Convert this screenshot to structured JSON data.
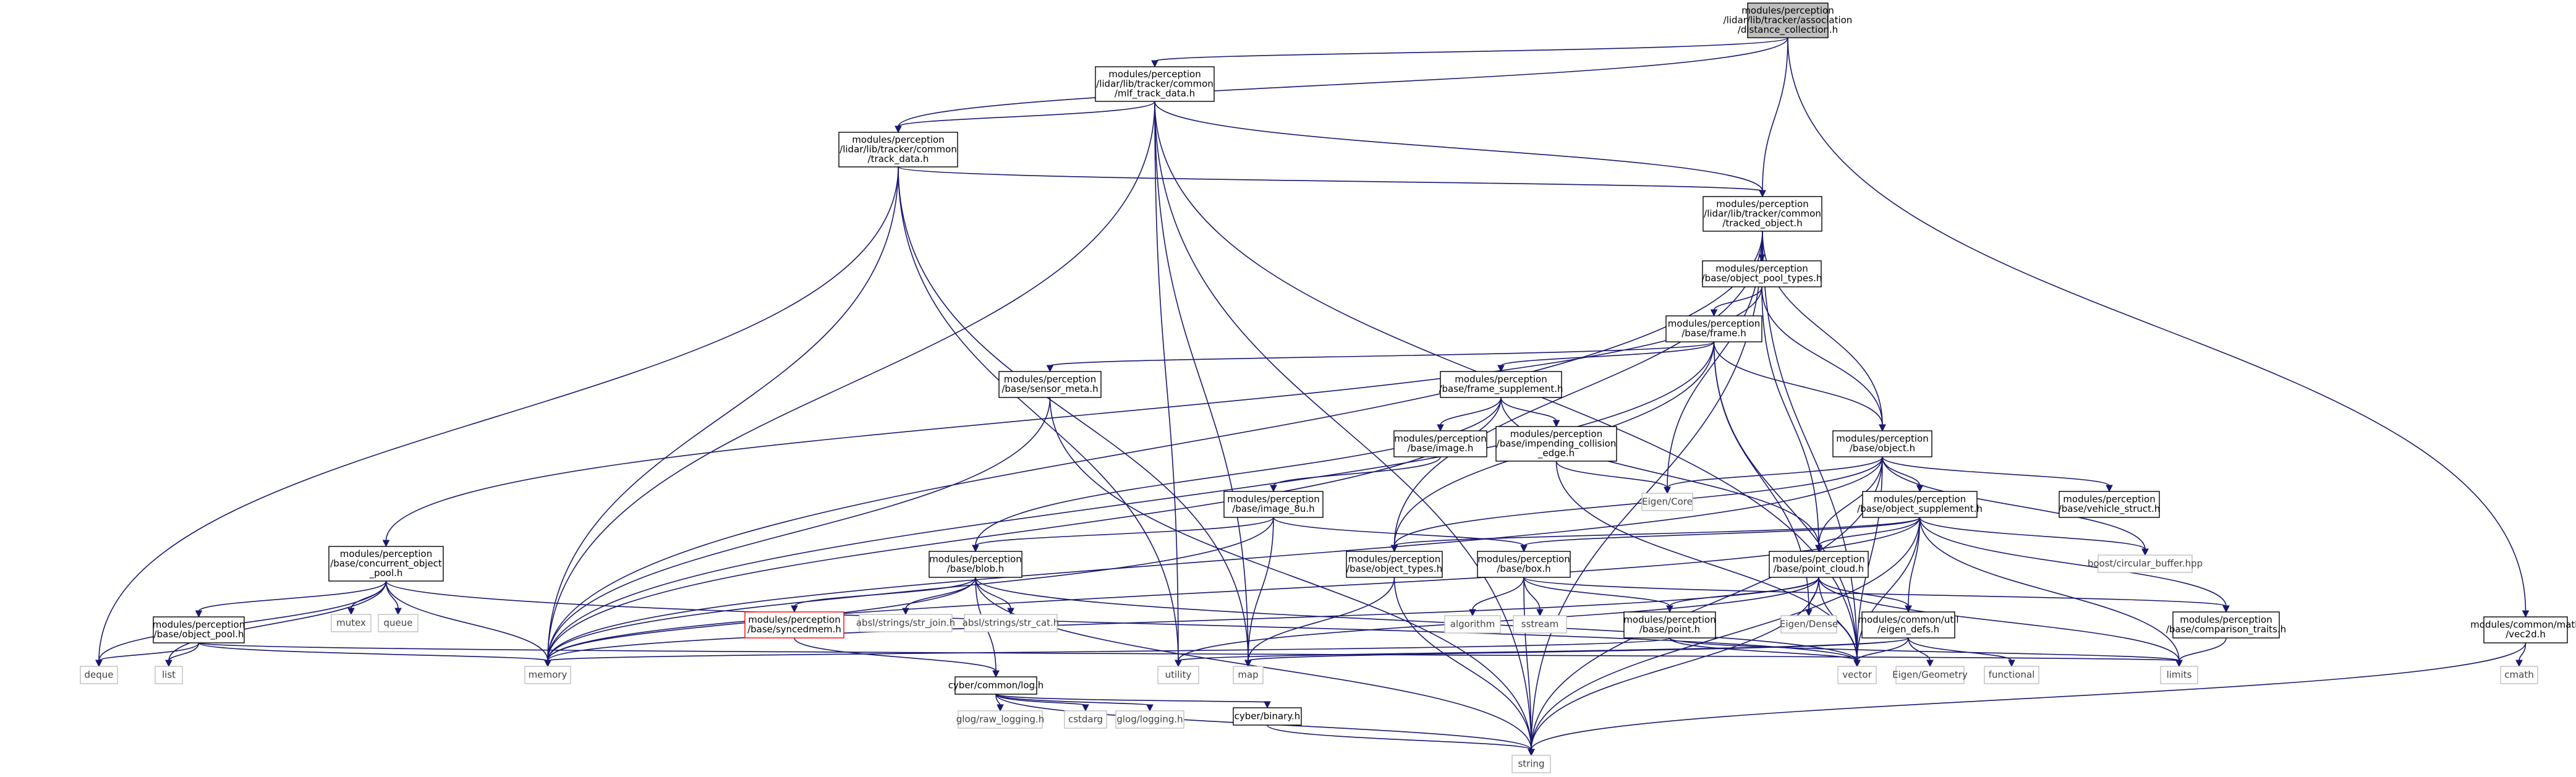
{
  "colors": {
    "edge": "#191970",
    "node_border": "#000000",
    "root_fill": "#bfbfbf",
    "external_border": "#bfbfbf",
    "missing_border": "#ff0000"
  },
  "nodes": {
    "root": [
      "modules/perception",
      "/lidar/lib/tracker/association",
      "/distance_collection.h"
    ],
    "mlf": [
      "modules/perception",
      "/lidar/lib/tracker/common",
      "/mlf_track_data.h"
    ],
    "track": [
      "modules/perception",
      "/lidar/lib/tracker/common",
      "/track_data.h"
    ],
    "tracked": [
      "modules/perception",
      "/lidar/lib/tracker/common",
      "/tracked_object.h"
    ],
    "vec2d": [
      "modules/common/math",
      "/vec2d.h"
    ],
    "pooltypes": [
      "modules/perception",
      "/base/object_pool_types.h"
    ],
    "frame": [
      "modules/perception",
      "/base/frame.h"
    ],
    "sensormeta": [
      "modules/perception",
      "/base/sensor_meta.h"
    ],
    "framesupp": [
      "modules/perception",
      "/base/frame_supplement.h"
    ],
    "image": [
      "modules/perception",
      "/base/image.h"
    ],
    "collision": [
      "modules/perception",
      "/base/impending_collision",
      "_edge.h"
    ],
    "object": [
      "modules/perception",
      "/base/object.h"
    ],
    "imageaux": [
      "modules/perception",
      "/base/image_8u.h"
    ],
    "vehicle": [
      "modules/perception",
      "/base/vehicle_struct.h"
    ],
    "objsupp": [
      "modules/perception",
      "/base/object_supplement.h"
    ],
    "concurrent": [
      "modules/perception",
      "/base/concurrent_object",
      "_pool.h"
    ],
    "blob": [
      "modules/perception",
      "/base/blob.h"
    ],
    "objtypes": [
      "modules/perception",
      "/base/object_types.h"
    ],
    "box": [
      "modules/perception",
      "/base/box.h"
    ],
    "pcloud": [
      "modules/perception",
      "/base/point_cloud.h"
    ],
    "objpool": [
      "modules/perception",
      "/base/object_pool.h"
    ],
    "syncedmem": [
      "modules/perception",
      "/base/syncedmem.h"
    ],
    "point": [
      "modules/perception",
      "/base/point.h"
    ],
    "eigendefs": [
      "modules/common/util",
      "/eigen_defs.h"
    ],
    "comptraits": [
      "modules/perception",
      "/base/comparison_traits.h"
    ],
    "log": [
      "cyber/common/log.h"
    ],
    "binary": [
      "cyber/binary.h"
    ],
    "eigencore": [
      "Eigen/Core"
    ],
    "circbuf": [
      "boost/circular_buffer.hpp"
    ],
    "mutex": [
      "mutex"
    ],
    "queue": [
      "queue"
    ],
    "strjoin": [
      "absl/strings/str_join.h"
    ],
    "strcat": [
      "absl/strings/str_cat.h"
    ],
    "algorithm": [
      "algorithm"
    ],
    "sstream": [
      "sstream"
    ],
    "eigendense": [
      "Eigen/Dense"
    ],
    "deque": [
      "deque"
    ],
    "list": [
      "list"
    ],
    "memory": [
      "memory"
    ],
    "utility": [
      "utility"
    ],
    "map": [
      "map"
    ],
    "vector": [
      "vector"
    ],
    "eigengeom": [
      "Eigen/Geometry"
    ],
    "functional": [
      "functional"
    ],
    "limits": [
      "limits"
    ],
    "cmath": [
      "cmath"
    ],
    "glograw": [
      "glog/raw_logging.h"
    ],
    "cstdarg": [
      "cstdarg"
    ],
    "gloglog": [
      "glog/logging.h"
    ],
    "string": [
      "string"
    ]
  }
}
